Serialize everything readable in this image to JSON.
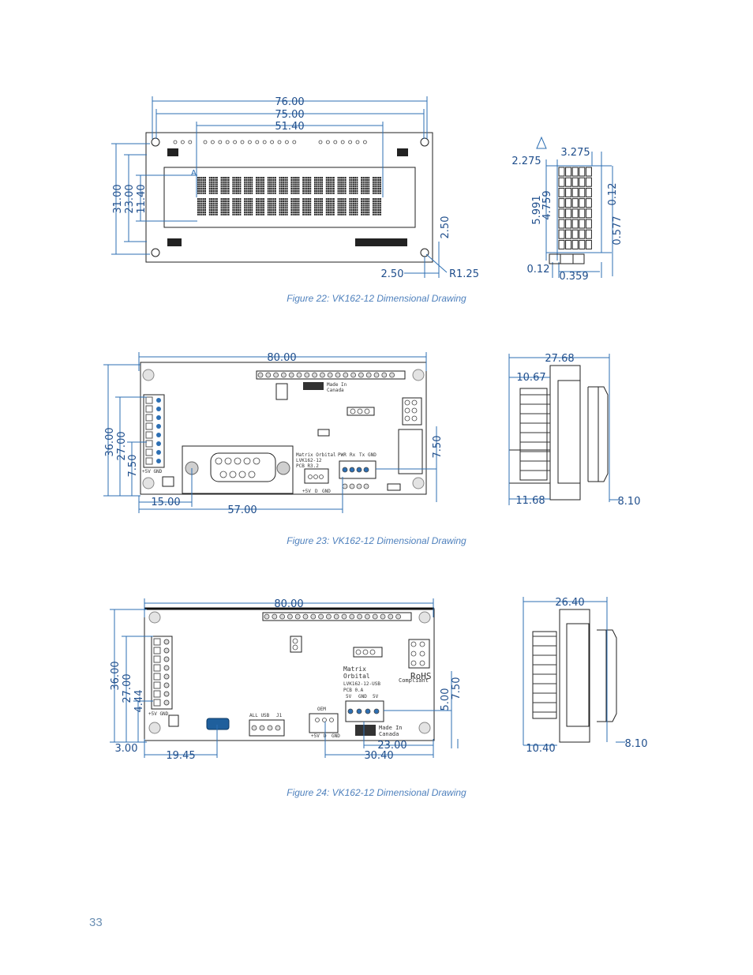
{
  "figures": [
    {
      "caption": "Figure 22: VK162-12 Dimensional Drawing",
      "front_dims": [
        "76.00",
        "75.00",
        "51.40",
        "31.00",
        "23.00",
        "11.40",
        "2.50",
        "2.50",
        "R1.25"
      ],
      "front_label_a": "A",
      "side_dims": [
        "2.275",
        "3.275",
        "5.991",
        "4.759",
        "0.12",
        "0.577",
        "0.12",
        "0.359"
      ]
    },
    {
      "caption": "Figure 23: VK162-12 Dimensional Drawing",
      "front_dims": [
        "80.00",
        "36.00",
        "27.00",
        "7.50",
        "7.50",
        "15.00",
        "57.00"
      ],
      "board_text": [
        "Made In",
        "Canada",
        "Matrix Orbital",
        "LVK162-12",
        "PCB R3.2",
        "PWR",
        "Rx",
        "Tx",
        "GND",
        "+5V GND",
        "+5V",
        "D",
        "GND"
      ],
      "side_dims": [
        "27.68",
        "10.67",
        "11.68",
        "8.10"
      ]
    },
    {
      "caption": "Figure 24: VK162-12 Dimensional Drawing",
      "front_dims": [
        "80.00",
        "36.00",
        "27.00",
        "4.44",
        "3.00",
        "19.45",
        "23.00",
        "30.40",
        "5.00",
        "7.50"
      ],
      "board_text": [
        "Matrix",
        "Orbital",
        "LVK162-12-USB",
        "PCB 0.A",
        "RoHS",
        "Compliant",
        "Made In",
        "Canada",
        "+5V GND",
        "ALL USB",
        "J1",
        "OEM",
        "+5V",
        "D",
        "GND",
        "5V",
        "GND",
        "5V"
      ],
      "side_dims": [
        "26.40",
        "10.40",
        "8.10"
      ]
    }
  ],
  "page_number": "33"
}
